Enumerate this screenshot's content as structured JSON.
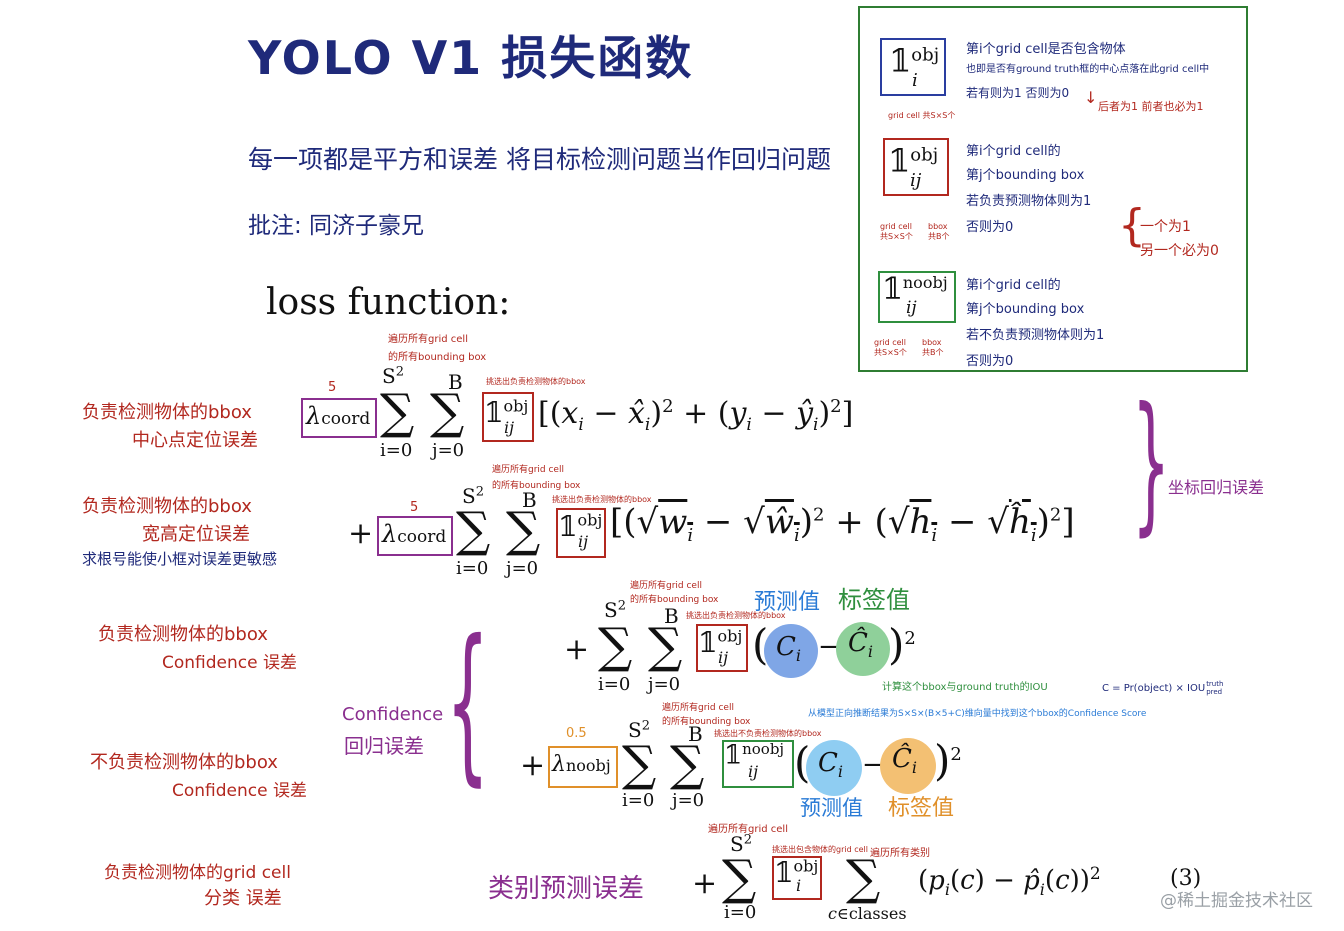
{
  "title": "YOLO V1 损失函数",
  "subtitle": "每一项都是平方和误差   将目标检测问题当作回归问题",
  "annotation_credit": "批注: 同济子豪兄",
  "loss_heading": "loss function:",
  "watermark": "@稀土掘金技术社区",
  "equation_number": "(3)",
  "legend_box": {
    "obj_i_desc": [
      "第i个grid cell是否包含物体",
      "也即是否有ground truth框的中心点落在此grid cell中",
      "若有则为1 否则为0"
    ],
    "obj_i_note": "grid cell 共S×S个",
    "relation_note": "后者为1 前者也必为1",
    "obj_ij_desc": [
      "第i个grid cell的",
      "第j个bounding box",
      "若负责预测物体则为1",
      "否则为0"
    ],
    "obj_ij_sub1": "grid cell 共S×S个",
    "obj_ij_sub2": "bbox 共B个",
    "one_is_one": [
      "一个为1",
      "另一个必为0"
    ],
    "noobj_ij_desc": [
      "第i个grid cell的",
      "第j个bounding box",
      "若不负责预测物体则为1",
      "否则为0"
    ],
    "noobj_sub1": "grid cell 共S×S个",
    "noobj_sub2": "bbox 共B个"
  },
  "left_labels": {
    "l1": [
      "负责检测物体的bbox",
      "中心点定位误差"
    ],
    "l2": [
      "负责检测物体的bbox",
      "宽高定位误差",
      "求根号能使小框对误差更敏感"
    ],
    "l3": [
      "负责检测物体的bbox",
      "Confidence 误差"
    ],
    "l4": [
      "不负责检测物体的bbox",
      "Confidence 误差"
    ],
    "l5": [
      "负责检测物体的grid cell",
      "分类 误差"
    ]
  },
  "right_label_coord": "坐标回归误差",
  "confidence_label": [
    "Confidence",
    "回归误差"
  ],
  "class_label": "类别预测误差",
  "term_notes": {
    "lambda_coord_value": "5",
    "lambda_noobj_value": "0.5",
    "iterate_all": [
      "遍历所有grid cell",
      "的所有bounding box"
    ],
    "pick_obj": "挑选出负责检测物体的bbox",
    "pick_noobj": "挑选出不负责检测物体的bbox",
    "pick_grid_obj": "挑选出包含物体的grid cell",
    "iterate_grid": "遍历所有grid cell",
    "iterate_class": "遍历所有类别",
    "pred_value": "预测值",
    "label_value": "标签值",
    "iou_note": "计算这个bbox与ground truth的IOU",
    "conf_formula": "C = Pr(object) × IOU",
    "conf_formula_sup": "truth",
    "conf_formula_sub": "pred",
    "forward_note": "从模型正向推断结果为S×S×(B×5+C)维向量中找到这个bbox的Confidence Score"
  },
  "colors": {
    "navy": "#1f2a7a",
    "red": "#b2281f",
    "purple": "#8a2f8f",
    "green": "#2f8f3e",
    "blue": "#2a7bd6",
    "orange": "#e0902a"
  }
}
